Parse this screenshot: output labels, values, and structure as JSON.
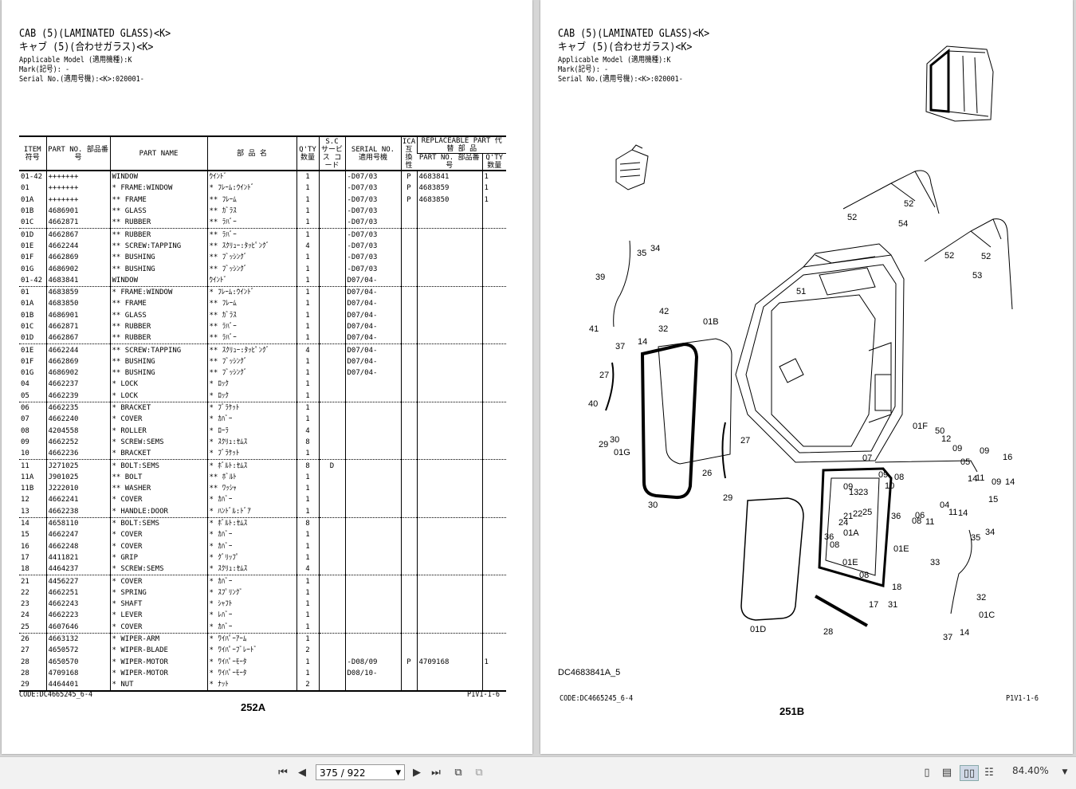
{
  "left_page": {
    "title_en": "CAB (5)(LAMINATED GLASS)<K>",
    "title_jp": "キャブ (5)(合わせガラス)<K>",
    "applicable_model": "Applicable Model (適用機種):K",
    "mark": "Mark(記号): -",
    "serial": "Serial No.(適用号機):<K>:020001-",
    "headers": {
      "item": "ITEM 符号",
      "part_no": "PART NO. 部品番号",
      "part_name": "PART NAME",
      "jp_name": "部 品 名",
      "qty": "Q'TY 数量",
      "sc": "S.C サービス コード",
      "serial_no": "SERIAL NO. 適用号機",
      "ica": "ICA 互換性",
      "replaceable": "REPLACEABLE PART 代 替 部 品",
      "rep_part_no": "PART NO. 部品番号",
      "rep_qty": "Q'TY 数量"
    },
    "rows": [
      [
        "01-42",
        "+++++++",
        "WINDOW",
        "ｳｲﾝﾄﾞ",
        "1",
        "",
        "-D07/03",
        "P",
        "4683841",
        "1"
      ],
      [
        "01",
        "+++++++",
        "* FRAME:WINDOW",
        "* ﾌﾚｰﾑ:ｳｲﾝﾄﾞ",
        "1",
        "",
        "-D07/03",
        "P",
        "4683859",
        "1"
      ],
      [
        "01A",
        "+++++++",
        "** FRAME",
        "** ﾌﾚｰﾑ",
        "1",
        "",
        "-D07/03",
        "P",
        "4683850",
        "1"
      ],
      [
        "01B",
        "4686901",
        "** GLASS",
        "** ｶﾞﾗｽ",
        "1",
        "",
        "-D07/03",
        "",
        "",
        ""
      ],
      [
        "01C",
        "4662871",
        "** RUBBER",
        "** ﾗﾊﾞｰ",
        "1",
        "",
        "-D07/03",
        "",
        "",
        ""
      ],
      [
        "01D",
        "4662867",
        "** RUBBER",
        "** ﾗﾊﾞｰ",
        "1",
        "",
        "-D07/03",
        "",
        "",
        ""
      ],
      [
        "01E",
        "4662244",
        "** SCREW:TAPPING",
        "** ｽｸﾘｭｰ:ﾀｯﾋﾟﾝｸﾞ",
        "4",
        "",
        "-D07/03",
        "",
        "",
        ""
      ],
      [
        "01F",
        "4662869",
        "** BUSHING",
        "** ﾌﾞｯｼﾝｸﾞ",
        "1",
        "",
        "-D07/03",
        "",
        "",
        ""
      ],
      [
        "01G",
        "4686902",
        "** BUSHING",
        "** ﾌﾞｯｼﾝｸﾞ",
        "1",
        "",
        "-D07/03",
        "",
        "",
        ""
      ],
      [
        "01-42",
        "4683841",
        "WINDOW",
        "ｳｲﾝﾄﾞ",
        "1",
        "",
        "D07/04-",
        "",
        "",
        ""
      ],
      [
        "01",
        "4683859",
        "* FRAME:WINDOW",
        "* ﾌﾚｰﾑ:ｳｲﾝﾄﾞ",
        "1",
        "",
        "D07/04-",
        "",
        "",
        ""
      ],
      [
        "01A",
        "4683850",
        "** FRAME",
        "** ﾌﾚｰﾑ",
        "1",
        "",
        "D07/04-",
        "",
        "",
        ""
      ],
      [
        "01B",
        "4686901",
        "** GLASS",
        "** ｶﾞﾗｽ",
        "1",
        "",
        "D07/04-",
        "",
        "",
        ""
      ],
      [
        "01C",
        "4662871",
        "** RUBBER",
        "** ﾗﾊﾞｰ",
        "1",
        "",
        "D07/04-",
        "",
        "",
        ""
      ],
      [
        "01D",
        "4662867",
        "** RUBBER",
        "** ﾗﾊﾞｰ",
        "1",
        "",
        "D07/04-",
        "",
        "",
        ""
      ],
      [
        "01E",
        "4662244",
        "** SCREW:TAPPING",
        "** ｽｸﾘｭｰ:ﾀｯﾋﾟﾝｸﾞ",
        "4",
        "",
        "D07/04-",
        "",
        "",
        ""
      ],
      [
        "01F",
        "4662869",
        "** BUSHING",
        "** ﾌﾞｯｼﾝｸﾞ",
        "1",
        "",
        "D07/04-",
        "",
        "",
        ""
      ],
      [
        "01G",
        "4686902",
        "** BUSHING",
        "** ﾌﾞｯｼﾝｸﾞ",
        "1",
        "",
        "D07/04-",
        "",
        "",
        ""
      ],
      [
        "04",
        "4662237",
        "* LOCK",
        "* ﾛｯｸ",
        "1",
        "",
        "",
        "",
        "",
        ""
      ],
      [
        "05",
        "4662239",
        "* LOCK",
        "* ﾛｯｸ",
        "1",
        "",
        "",
        "",
        "",
        ""
      ],
      [
        "06",
        "4662235",
        "* BRACKET",
        "* ﾌﾞﾗｹｯﾄ",
        "1",
        "",
        "",
        "",
        "",
        ""
      ],
      [
        "07",
        "4662240",
        "* COVER",
        "* ｶﾊﾞｰ",
        "1",
        "",
        "",
        "",
        "",
        ""
      ],
      [
        "08",
        "4204558",
        "* ROLLER",
        "* ﾛｰﾗ",
        "4",
        "",
        "",
        "",
        "",
        ""
      ],
      [
        "09",
        "4662252",
        "* SCREW:SEMS",
        "* ｽｸﾘｭ:ｾﾑｽ",
        "8",
        "",
        "",
        "",
        "",
        ""
      ],
      [
        "10",
        "4662236",
        "* BRACKET",
        "* ﾌﾞﾗｹｯﾄ",
        "1",
        "",
        "",
        "",
        "",
        ""
      ],
      [
        "11",
        "J271025",
        "* BOLT:SEMS",
        "* ﾎﾞﾙﾄ:ｾﾑｽ",
        "8",
        "D",
        "",
        "",
        "",
        ""
      ],
      [
        "11A",
        "J901025",
        "** BOLT",
        "** ﾎﾞﾙﾄ",
        "1",
        "",
        "",
        "",
        "",
        ""
      ],
      [
        "11B",
        "J222010",
        "** WASHER",
        "** ﾜｯｼｬ",
        "1",
        "",
        "",
        "",
        "",
        ""
      ],
      [
        "12",
        "4662241",
        "* COVER",
        "* ｶﾊﾞｰ",
        "1",
        "",
        "",
        "",
        "",
        ""
      ],
      [
        "13",
        "4662238",
        "* HANDLE:DOOR",
        "* ﾊﾝﾄﾞﾙ:ﾄﾞｱ",
        "1",
        "",
        "",
        "",
        "",
        ""
      ],
      [
        "14",
        "4658110",
        "* BOLT:SEMS",
        "* ﾎﾞﾙﾄ:ｾﾑｽ",
        "8",
        "",
        "",
        "",
        "",
        ""
      ],
      [
        "15",
        "4662247",
        "* COVER",
        "* ｶﾊﾞｰ",
        "1",
        "",
        "",
        "",
        "",
        ""
      ],
      [
        "16",
        "4662248",
        "* COVER",
        "* ｶﾊﾞｰ",
        "1",
        "",
        "",
        "",
        "",
        ""
      ],
      [
        "17",
        "4411821",
        "* GRIP",
        "* ｸﾞﾘｯﾌﾟ",
        "1",
        "",
        "",
        "",
        "",
        ""
      ],
      [
        "18",
        "4464237",
        "* SCREW:SEMS",
        "* ｽｸﾘｭ:ｾﾑｽ",
        "4",
        "",
        "",
        "",
        "",
        ""
      ],
      [
        "21",
        "4456227",
        "* COVER",
        "* ｶﾊﾞｰ",
        "1",
        "",
        "",
        "",
        "",
        ""
      ],
      [
        "22",
        "4662251",
        "* SPRING",
        "* ｽﾌﾟﾘﾝｸﾞ",
        "1",
        "",
        "",
        "",
        "",
        ""
      ],
      [
        "23",
        "4662243",
        "* SHAFT",
        "* ｼｬﾌﾄ",
        "1",
        "",
        "",
        "",
        "",
        ""
      ],
      [
        "24",
        "4662223",
        "* LEVER",
        "* ﾚﾊﾞｰ",
        "1",
        "",
        "",
        "",
        "",
        ""
      ],
      [
        "25",
        "4607646",
        "* COVER",
        "* ｶﾊﾞｰ",
        "1",
        "",
        "",
        "",
        "",
        ""
      ],
      [
        "26",
        "4663132",
        "* WIPER-ARM",
        "* ﾜｲﾊﾟｰｱｰﾑ",
        "1",
        "",
        "",
        "",
        "",
        ""
      ],
      [
        "27",
        "4650572",
        "* WIPER-BLADE",
        "* ﾜｲﾊﾟｰﾌﾞﾚｰﾄﾞ",
        "2",
        "",
        "",
        "",
        "",
        ""
      ],
      [
        "28",
        "4650570",
        "* WIPER-MOTOR",
        "* ﾜｲﾊﾟｰﾓｰﾀ",
        "1",
        "",
        "-D08/09",
        "P",
        "4709168",
        "1"
      ],
      [
        "28",
        "4709168",
        "* WIPER-MOTOR",
        "* ﾜｲﾊﾟｰﾓｰﾀ",
        "1",
        "",
        "D08/10-",
        "",
        "",
        ""
      ],
      [
        "29",
        "4464401",
        "* NUT",
        "* ﾅｯﾄ",
        "2",
        "",
        "",
        "",
        "",
        ""
      ]
    ],
    "group_starts": [
      5,
      10,
      15,
      20,
      25,
      30,
      35,
      40
    ],
    "code": "CODE:DC4665245_6-4",
    "ref": "P1V1-1-6",
    "page_label": "252A"
  },
  "right_page": {
    "title_en": "CAB (5)(LAMINATED GLASS)<K>",
    "title_jp": "キャブ (5)(合わせガラス)<K>",
    "applicable_model": "Applicable Model (適用機種):K",
    "mark": "Mark(記号): -",
    "serial": "Serial No.(適用号機):<K>:020001-",
    "drawing_id": "DC4683841A_5",
    "code": "CODE:DC4665245_6-4",
    "ref": "P1V1-1-6",
    "page_label": "251B",
    "callouts": [
      "52",
      "52",
      "54",
      "52",
      "52",
      "53",
      "35",
      "34",
      "39",
      "42",
      "32",
      "41",
      "37",
      "14",
      "51",
      "01B",
      "27",
      "40",
      "29",
      "30",
      "01G",
      "27",
      "26",
      "29",
      "30",
      "01F",
      "50",
      "12",
      "09",
      "09",
      "16",
      "07",
      "09",
      "08",
      "10",
      "05",
      "11",
      "14",
      "09",
      "14",
      "15",
      "09",
      "13",
      "23",
      "21",
      "22",
      "24",
      "25",
      "36",
      "06",
      "08",
      "11",
      "04",
      "11",
      "14",
      "35",
      "34",
      "36",
      "01A",
      "01E",
      "08",
      "01E",
      "33",
      "18",
      "08",
      "17",
      "31",
      "32",
      "01C",
      "01D",
      "28",
      "37",
      "14"
    ]
  },
  "toolbar": {
    "first_icon": "first-page-icon",
    "prev_icon": "prev-page-icon",
    "page_value": "375 / 922",
    "next_icon": "next-page-icon",
    "last_icon": "last-page-icon",
    "zoom": "84.40%"
  }
}
